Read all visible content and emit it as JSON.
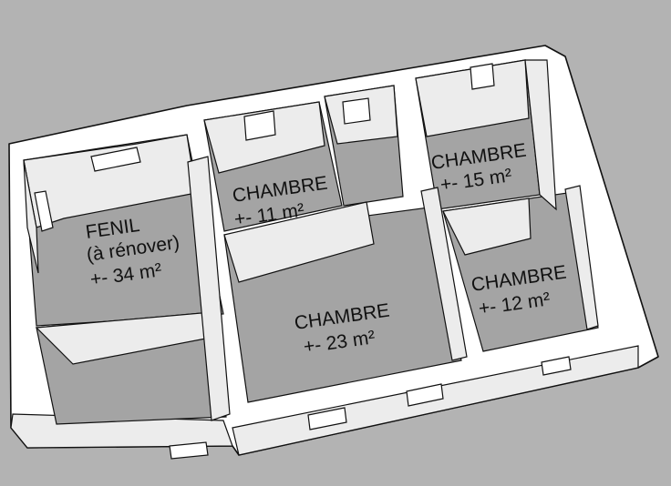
{
  "rooms": [
    {
      "name": "FENIL",
      "line2": "(à rénover)",
      "area": "+- 34 m²"
    },
    {
      "name": "CHAMBRE",
      "area": "+- 11 m²"
    },
    {
      "name": "CHAMBRE",
      "area": "+- 15 m²"
    },
    {
      "name": "CHAMBRE",
      "area": "+- 23 m²"
    },
    {
      "name": "CHAMBRE",
      "area": "+- 12 m²"
    }
  ],
  "colors": {
    "background": "#b3b3b3",
    "floor": "#a4a4a4",
    "wall": "#ffffff"
  }
}
